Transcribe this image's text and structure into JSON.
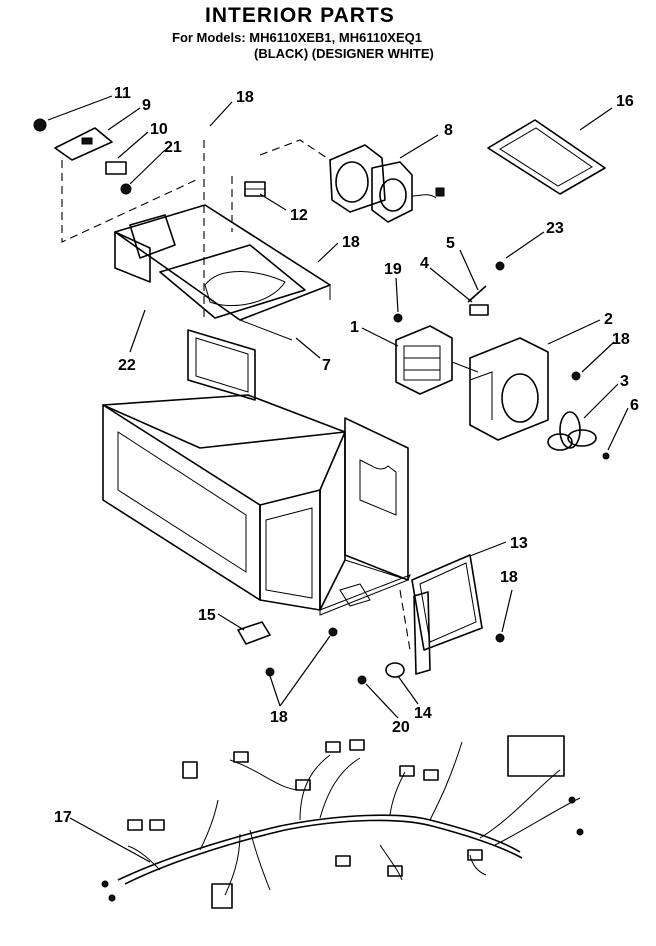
{
  "header": {
    "title": "INTERIOR PARTS",
    "models": "For Models: MH6110XEB1, MH6110XEQ1",
    "colors": "(BLACK)  (DESIGNER WHITE)"
  },
  "callouts": [
    {
      "id": "c11",
      "text": "11"
    },
    {
      "id": "c9",
      "text": "9"
    },
    {
      "id": "c10",
      "text": "10"
    },
    {
      "id": "c21",
      "text": "21"
    },
    {
      "id": "c18a",
      "text": "18"
    },
    {
      "id": "c8",
      "text": "8"
    },
    {
      "id": "c16",
      "text": "16"
    },
    {
      "id": "c12",
      "text": "12"
    },
    {
      "id": "c18b",
      "text": "18"
    },
    {
      "id": "c23",
      "text": "23"
    },
    {
      "id": "c5",
      "text": "5"
    },
    {
      "id": "c4",
      "text": "4"
    },
    {
      "id": "c19",
      "text": "19"
    },
    {
      "id": "c22",
      "text": "22"
    },
    {
      "id": "c7",
      "text": "7"
    },
    {
      "id": "c1",
      "text": "1"
    },
    {
      "id": "c2",
      "text": "2"
    },
    {
      "id": "c18c",
      "text": "18"
    },
    {
      "id": "c3",
      "text": "3"
    },
    {
      "id": "c6",
      "text": "6"
    },
    {
      "id": "c13",
      "text": "13"
    },
    {
      "id": "c18d",
      "text": "18"
    },
    {
      "id": "c15",
      "text": "15"
    },
    {
      "id": "c18e",
      "text": "18"
    },
    {
      "id": "c14",
      "text": "14"
    },
    {
      "id": "c20",
      "text": "20"
    },
    {
      "id": "c17",
      "text": "17"
    }
  ]
}
